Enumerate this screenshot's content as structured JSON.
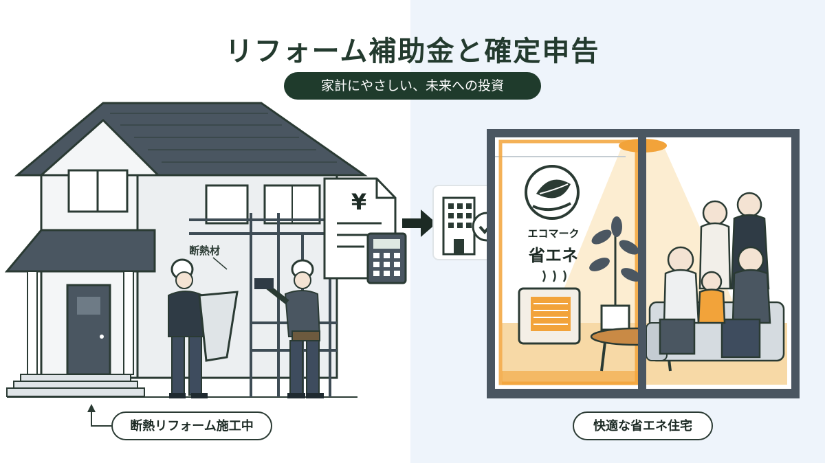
{
  "header": {
    "title": "リフォーム補助金と確定申告",
    "subtitle": "家計にやさしい、未来への投資"
  },
  "left_scene": {
    "insulation_tag": "断熱材",
    "caption": "断熱リフォーム施工中"
  },
  "document": {
    "currency_symbol": "¥"
  },
  "right_scene": {
    "eco_mark_label": "エコマーク",
    "energy_label": "省エネ",
    "caption": "快適な省エネ住宅"
  },
  "colors": {
    "dark_green": "#1f3b2c",
    "roof_gray": "#4a5661",
    "warm_orange": "#f2a33a",
    "right_bg": "#eef4fb"
  },
  "icons": [
    "yen-document-icon",
    "calculator-icon",
    "arrow-right-icon",
    "building-check-icon",
    "leaf-eco-icon",
    "heater-icon",
    "ceiling-light-icon"
  ]
}
